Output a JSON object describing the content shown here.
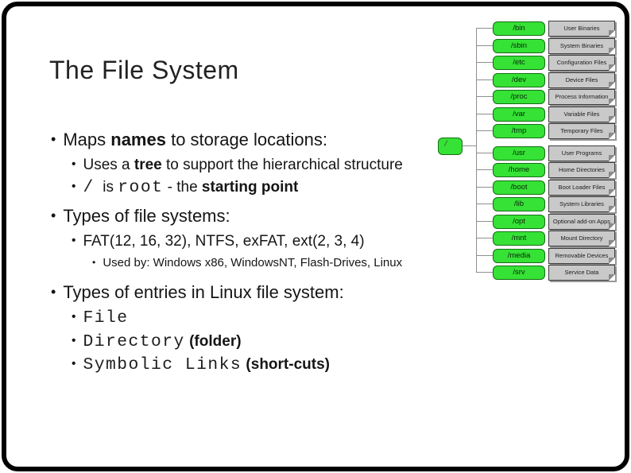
{
  "slide": {
    "title": "The File System"
  },
  "bullets": [
    {
      "level": 1,
      "segments": [
        {
          "text": "Maps ",
          "style": "regular"
        },
        {
          "text": "names",
          "style": "bold"
        },
        {
          "text": " to storage locations:",
          "style": "regular"
        }
      ]
    },
    {
      "level": 2,
      "segments": [
        {
          "text": "Uses a ",
          "style": "regular"
        },
        {
          "text": "tree",
          "style": "bold"
        },
        {
          "text": " to support the hierarchical structure",
          "style": "regular"
        }
      ]
    },
    {
      "level": 2,
      "segments": [
        {
          "text": "/",
          "style": "mono"
        },
        {
          "text": "  is ",
          "style": "regular"
        },
        {
          "text": "root",
          "style": "mono"
        },
        {
          "text": " - the ",
          "style": "regular"
        },
        {
          "text": "starting point",
          "style": "bold"
        }
      ]
    },
    {
      "level": 1,
      "segments": [
        {
          "text": "Types of file systems:",
          "style": "regular"
        }
      ]
    },
    {
      "level": 2,
      "segments": [
        {
          "text": "FAT(12, 16, 32), NTFS, exFAT, ext(2, 3, 4)",
          "style": "regular"
        }
      ]
    },
    {
      "level": 3,
      "segments": [
        {
          "text": "Used by: Windows x86, WindowsNT, Flash-Drives, Linux",
          "style": "regular"
        }
      ]
    },
    {
      "level": 1,
      "segments": [
        {
          "text": "Types of entries in Linux file system:",
          "style": "regular"
        }
      ]
    },
    {
      "level": 2,
      "segments": [
        {
          "text": "File",
          "style": "mono"
        }
      ]
    },
    {
      "level": 2,
      "segments": [
        {
          "text": "Directory",
          "style": "mono"
        },
        {
          "text": " (folder)",
          "style": "bold"
        }
      ]
    },
    {
      "level": 2,
      "segments": [
        {
          "text": "Symbolic Links",
          "style": "mono"
        },
        {
          "text": " (short-cuts)",
          "style": "bold"
        }
      ]
    }
  ],
  "tree": {
    "root_label": "/",
    "nodes": [
      {
        "dir": "/bin",
        "desc": "User Binaries"
      },
      {
        "dir": "/sbin",
        "desc": "System Binaries"
      },
      {
        "dir": "/etc",
        "desc": "Configuration Files"
      },
      {
        "dir": "/dev",
        "desc": "Device Files"
      },
      {
        "dir": "/proc",
        "desc": "Process Information"
      },
      {
        "dir": "/var",
        "desc": "Variable Files"
      },
      {
        "dir": "/tmp",
        "desc": "Temporary Files"
      },
      {
        "dir": "/usr",
        "desc": "User Programs"
      },
      {
        "dir": "/home",
        "desc": "Home Directories"
      },
      {
        "dir": "/boot",
        "desc": "Boot Loader Files"
      },
      {
        "dir": "/lib",
        "desc": "System Libraries"
      },
      {
        "dir": "/opt",
        "desc": "Optional add-on Apps"
      },
      {
        "dir": "/mnt",
        "desc": "Mount Directory"
      },
      {
        "dir": "/media",
        "desc": "Removable Devices"
      },
      {
        "dir": "/srv",
        "desc": "Service Data"
      }
    ],
    "colors": {
      "node_fill": "#35e235",
      "node_border": "#156e15",
      "note_fill": "#c9c9c9",
      "note_border": "#3d3d3d",
      "line": "#8f8f8f"
    }
  }
}
